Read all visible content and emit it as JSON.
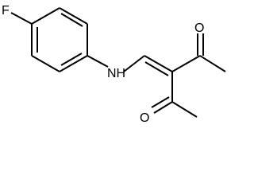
{
  "molecule": {
    "atoms": {
      "fluorine": "F",
      "nitrogen_hydrogen": "NH",
      "oxygen_top": "O",
      "oxygen_bottom": "O"
    }
  },
  "colors": {
    "bond": "#000000",
    "text": "#000000",
    "background": "#ffffff"
  }
}
